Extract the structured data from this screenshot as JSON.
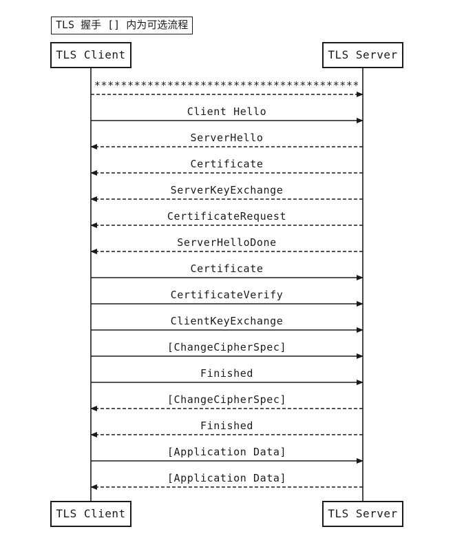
{
  "title": "TLS 握手 [] 内为可选流程",
  "participants": {
    "client": "TLS Client",
    "server": "TLS Server"
  },
  "messages": [
    {
      "label": "****************************************",
      "direction": "to_server",
      "style": "dashed"
    },
    {
      "label": "Client Hello",
      "direction": "to_server",
      "style": "solid"
    },
    {
      "label": "ServerHello",
      "direction": "to_client",
      "style": "dashed"
    },
    {
      "label": "Certificate",
      "direction": "to_client",
      "style": "dashed"
    },
    {
      "label": "ServerKeyExchange",
      "direction": "to_client",
      "style": "dashed"
    },
    {
      "label": "CertificateRequest",
      "direction": "to_client",
      "style": "dashed"
    },
    {
      "label": "ServerHelloDone",
      "direction": "to_client",
      "style": "dashed"
    },
    {
      "label": "Certificate",
      "direction": "to_server",
      "style": "solid"
    },
    {
      "label": "CertificateVerify",
      "direction": "to_server",
      "style": "solid"
    },
    {
      "label": "ClientKeyExchange",
      "direction": "to_server",
      "style": "solid"
    },
    {
      "label": "[ChangeCipherSpec]",
      "direction": "to_server",
      "style": "solid"
    },
    {
      "label": "Finished",
      "direction": "to_server",
      "style": "solid"
    },
    {
      "label": "[ChangeCipherSpec]",
      "direction": "to_client",
      "style": "dashed"
    },
    {
      "label": "Finished",
      "direction": "to_client",
      "style": "dashed"
    },
    {
      "label": "[Application Data]",
      "direction": "to_server",
      "style": "solid"
    },
    {
      "label": "[Application Data]",
      "direction": "to_client",
      "style": "dashed"
    }
  ]
}
